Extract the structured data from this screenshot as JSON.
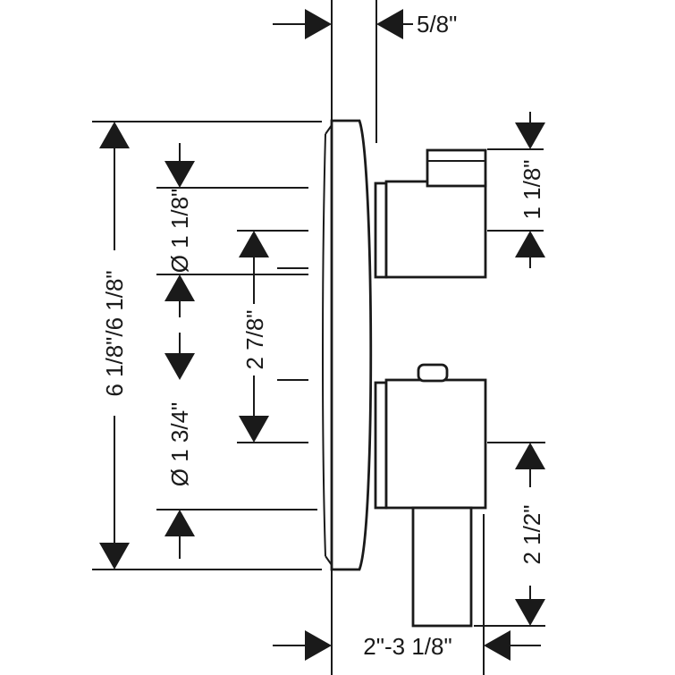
{
  "dimensions": {
    "wall_offset": "5/8\"",
    "knob_depth": "2\"-3 1/8\"",
    "plate_height": "6 1/8\"/6 1/8\"",
    "upper_knob_diameter": "Ø 1 1/8\"",
    "center_distance": "2 7/8\"",
    "lower_knob_diameter": "Ø 1 3/4\"",
    "upper_handle_height": "1 1/8\"",
    "lower_handle_height": "2 1/2\""
  },
  "colors": {
    "line": "#1a1a1a",
    "background": "#ffffff"
  }
}
